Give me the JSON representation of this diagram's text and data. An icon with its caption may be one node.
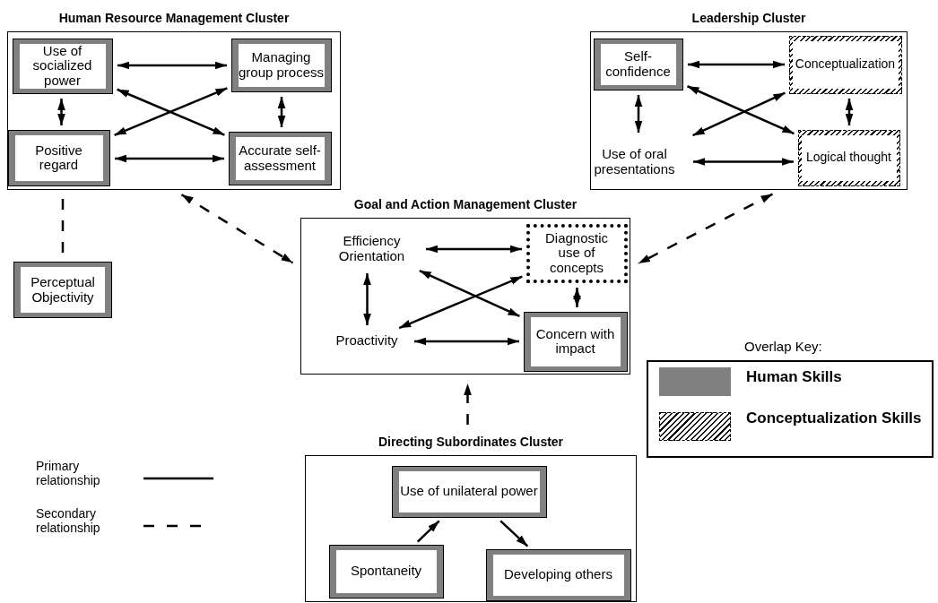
{
  "diagram": {
    "nodes": [
      {
        "text": [
          "Human Resource Management Cluster"
        ]
      },
      {
        "text": [
          "Use of socialized power"
        ],
        "in": 0
      },
      {
        "text": [
          "Managing group process"
        ],
        "in": 0
      },
      {
        "text": [
          "Positive regard"
        ],
        "in": 0
      },
      {
        "text": [
          "Accurate self-assessment"
        ],
        "in": 0
      },
      {
        "text": [
          "Leadership Cluster"
        ]
      },
      {
        "text": [
          "Self-confidence"
        ],
        "in": 5
      },
      {
        "text": [
          "Conceptualization"
        ],
        "in": 5
      },
      {
        "text": [
          "Use of oral presentations"
        ],
        "in": 5
      },
      {
        "text": [
          "Logical thought"
        ],
        "in": 5
      },
      {
        "text": [
          "Goal and Action Management Cluster"
        ]
      },
      {
        "text": [
          "Efficiency Orientation"
        ],
        "in": 10
      },
      {
        "text": [
          "Diagnostic use of concepts"
        ],
        "in": 10
      },
      {
        "text": [
          "Proactivity"
        ],
        "in": 10
      },
      {
        "text": [
          "Concern with impact"
        ],
        "in": 10
      },
      {
        "text": [
          "Perceptual Objectivity"
        ]
      },
      {
        "text": [
          "Directing Subordinates Cluster"
        ]
      },
      {
        "text": [
          "Use of unilateral power"
        ],
        "in": 16
      },
      {
        "text": [
          "Spontaneity"
        ],
        "in": 16
      },
      {
        "text": [
          "Developing others"
        ],
        "in": 16
      }
    ],
    "edges": [
      {
        "from": 1,
        "to": 2,
        "arrow": "both"
      },
      {
        "from": 1,
        "to": 3,
        "arrow": "both"
      },
      {
        "from": 1,
        "to": 4,
        "arrow": "both"
      },
      {
        "from": 3,
        "to": 2,
        "arrow": "both"
      },
      {
        "from": 2,
        "to": 4,
        "arrow": "both"
      },
      {
        "from": 3,
        "to": 4,
        "arrow": "both"
      },
      {
        "from": 6,
        "to": 7,
        "arrow": "both"
      },
      {
        "from": 6,
        "to": 8,
        "arrow": "both"
      },
      {
        "from": 6,
        "to": 9,
        "arrow": "both"
      },
      {
        "from": 8,
        "to": 7,
        "arrow": "both"
      },
      {
        "from": 7,
        "to": 9,
        "arrow": "both"
      },
      {
        "from": 8,
        "to": 9,
        "arrow": "both"
      },
      {
        "from": 11,
        "to": 12,
        "arrow": "both"
      },
      {
        "from": 11,
        "to": 13,
        "arrow": "both"
      },
      {
        "from": 11,
        "to": 14,
        "arrow": "both"
      },
      {
        "from": 13,
        "to": 12,
        "arrow": "both"
      },
      {
        "from": 12,
        "to": 14,
        "arrow": "both"
      },
      {
        "from": 13,
        "to": 14,
        "arrow": "both"
      },
      {
        "from": 0,
        "to": 10,
        "arrow": "both",
        "style": "dashed"
      },
      {
        "from": 5,
        "to": 10,
        "arrow": "both",
        "style": "dashed"
      },
      {
        "from": 15,
        "to": 0,
        "arrow": "none",
        "style": "dashed"
      },
      {
        "from": 16,
        "to": 10,
        "arrow": "to",
        "style": "dashed"
      },
      {
        "from": 18,
        "to": 17,
        "arrow": "to"
      },
      {
        "from": 17,
        "to": 19,
        "arrow": "to"
      }
    ],
    "labels": [
      "Overlap Key:"
    ],
    "legend": [
      {
        "text": "Human Skills",
        "color": "#808080"
      },
      {
        "text": "Conceptualization Skills"
      },
      {
        "text": "Primary relationship"
      },
      {
        "text": "Secondary relationship"
      }
    ]
  }
}
